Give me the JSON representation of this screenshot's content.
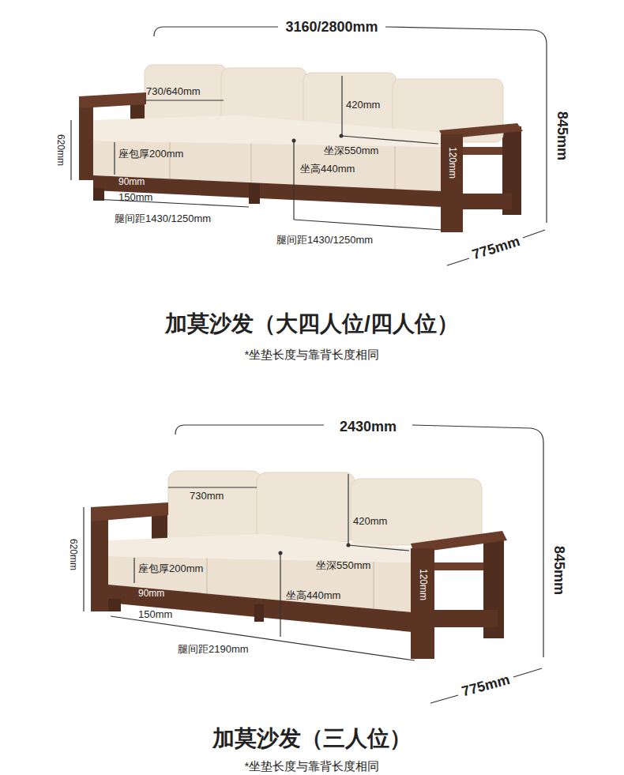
{
  "diagram": {
    "labels": [
      "3160/2800mm",
      "730/640mm",
      "420mm",
      "845mm",
      "620mm",
      "座包厚200mm",
      "坐深550mm",
      "90mm",
      "120mm",
      "坐高440mm",
      "150mm",
      "腿间距1430/1250mm",
      "腿间距1430/1250mm",
      "775mm",
      "加莫沙发（大四人位/四人位）",
      "*坐垫长度与靠背长度相同",
      "2430mm",
      "730mm",
      "420mm",
      "845mm",
      "620mm",
      "座包厚200mm",
      "坐深550mm",
      "90mm",
      "120mm",
      "坐高440mm",
      "150mm",
      "腿间距2190mm",
      "775mm",
      "加莫沙发（三人位）",
      "*坐垫长度与靠背长度相同"
    ]
  }
}
